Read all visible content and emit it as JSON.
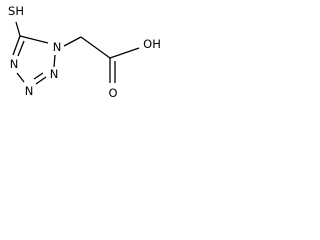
{
  "molecule": {
    "atoms": {
      "thiol": "SH",
      "ring_n1": "N",
      "ring_n2": "N",
      "ring_n3": "N",
      "ring_n4": "N",
      "hydroxyl": "OH",
      "carbonyl_o": "O"
    }
  }
}
